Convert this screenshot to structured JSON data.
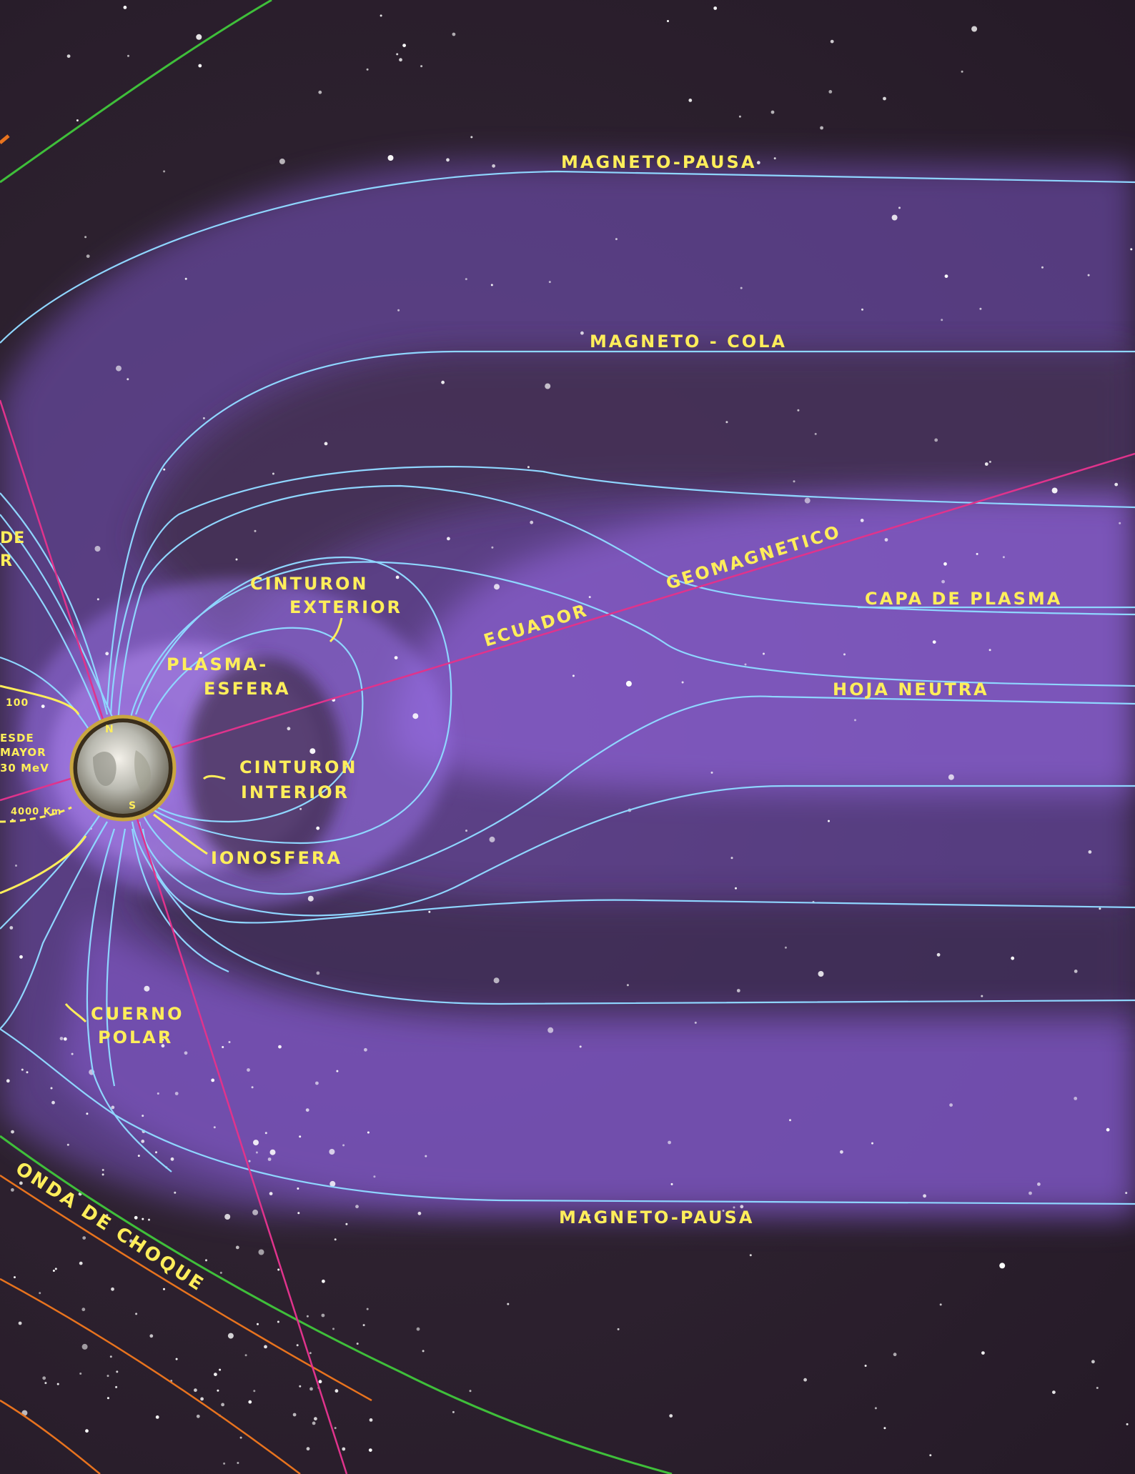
{
  "diagram": {
    "colors": {
      "space": "#2e2230",
      "magnetosphere": "#8a5ed6",
      "field_line": "#8fd6ff",
      "label": "#ffee5a",
      "equator_line": "#e0338c",
      "shock_green": "#3fbf3a",
      "shock_orange": "#e8731e"
    },
    "labels": {
      "magnetopause_top": "MAGNETO-PAUSA",
      "magnetotail": "MAGNETO - COLA",
      "outer_belt_1": "CINTURON",
      "outer_belt_2": "EXTERIOR",
      "plasmasphere_1": "PLASMA-",
      "plasmasphere_2": "ESFERA",
      "equator": "ECUADOR",
      "geomagnetic": "GEOMAGNETICO",
      "plasma_sheet": "CAPA DE PLASMA",
      "neutral_sheet": "HOJA NEUTRA",
      "inner_belt_1": "CINTURON",
      "inner_belt_2": "INTERIOR",
      "ionosphere": "IONOSFERA",
      "polar_cusp_1": "CUERNO",
      "polar_cusp_2": "POLAR",
      "magnetopause_bottom": "MAGNETO-PAUSA",
      "bow_shock": "ONDA DE CHOQUE",
      "edge_de": "DE",
      "edge_r": "R",
      "edge_desde": "ESDE",
      "edge_mayor": "MAYOR",
      "edge_mev": "30 MeV",
      "edge_km": "4000 Km",
      "edge_100": "100",
      "pole_n": "N",
      "pole_s": "S"
    }
  }
}
